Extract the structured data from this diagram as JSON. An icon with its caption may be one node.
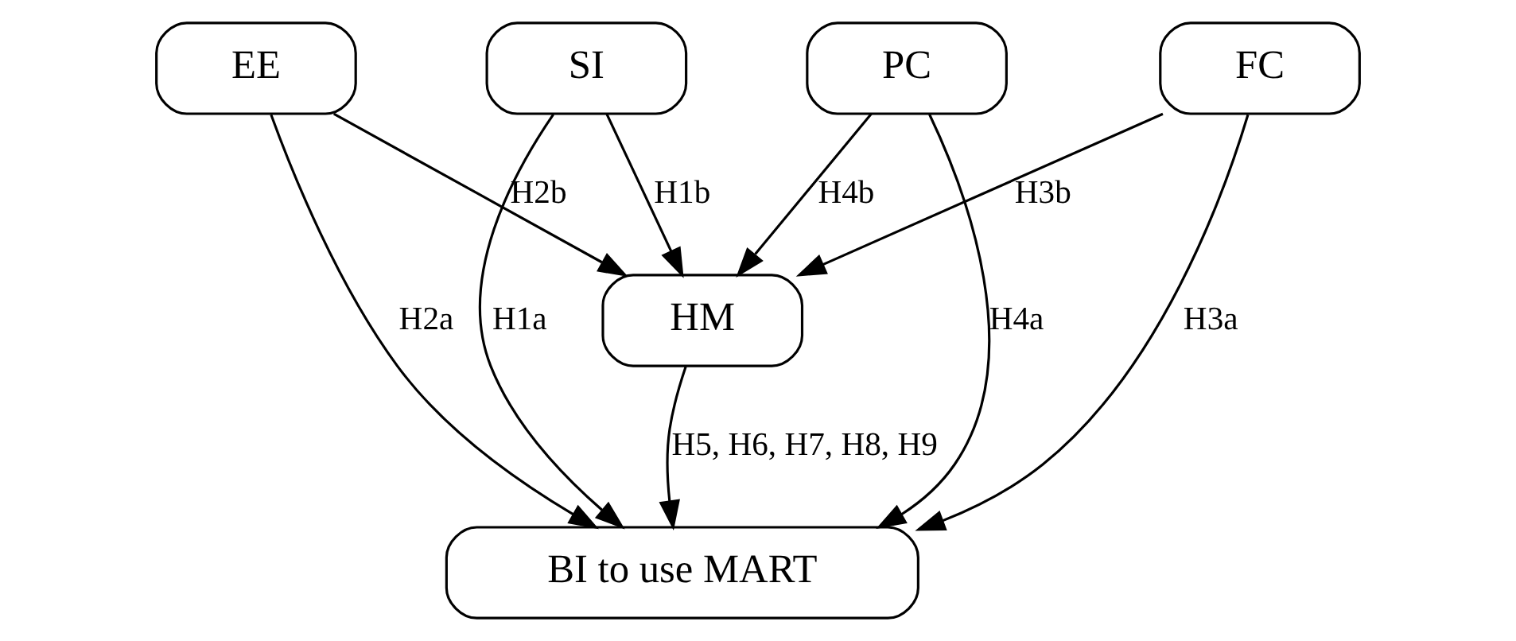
{
  "diagram": {
    "nodes": [
      {
        "text": [
          "SI"
        ]
      },
      {
        "text": [
          "EE"
        ]
      },
      {
        "text": [
          "FC"
        ]
      },
      {
        "text": [
          "PC"
        ]
      },
      {
        "text": [
          "HM"
        ]
      },
      {
        "text": [
          "BI to use MART"
        ]
      }
    ],
    "edges": [
      {
        "from": 0,
        "to": 4,
        "arrow": "to",
        "label": "H1b"
      },
      {
        "from": 1,
        "to": 4,
        "arrow": "to",
        "label": "H2b"
      },
      {
        "from": 2,
        "to": 4,
        "arrow": "to",
        "label": "H3b"
      },
      {
        "from": 3,
        "to": 4,
        "arrow": "to",
        "label": "H4b"
      },
      {
        "from": 0,
        "to": 5,
        "arrow": "to",
        "label": "H1a"
      },
      {
        "from": 1,
        "to": 5,
        "arrow": "to",
        "label": "H2a"
      },
      {
        "from": 4,
        "to": 5,
        "arrow": "to",
        "label": "H5, H6, H7, H8, H9"
      },
      {
        "from": 2,
        "to": 5,
        "arrow": "to",
        "label": "H3a"
      },
      {
        "from": 3,
        "to": 5,
        "arrow": "to",
        "label": "H4a"
      }
    ]
  }
}
